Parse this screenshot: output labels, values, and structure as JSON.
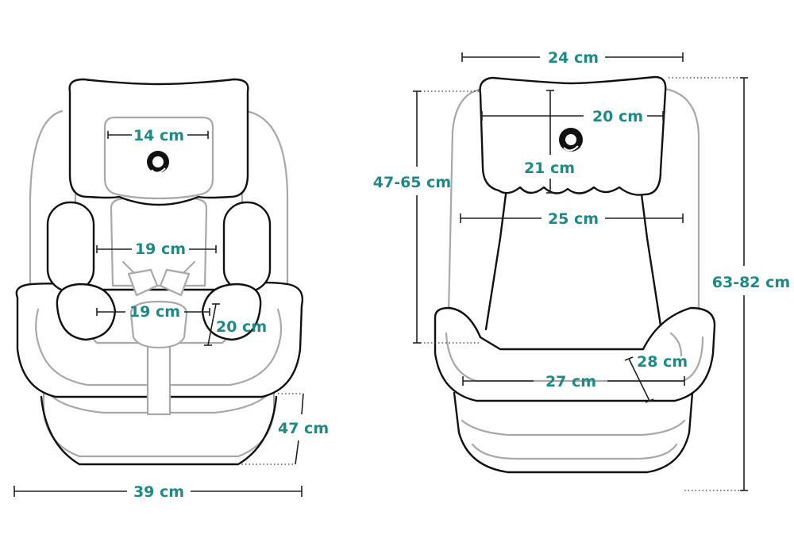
{
  "front_view": {
    "headrest_width": "14 cm",
    "back_width": "19 cm",
    "seat_width": "19 cm",
    "seat_depth": "20 cm",
    "base_height": "47 cm",
    "total_width": "39 cm"
  },
  "back_view": {
    "top_width": "24 cm",
    "headrest_width": "20 cm",
    "headrest_height": "21 cm",
    "shoulder_width": "25 cm",
    "backrest_height": "47-65 cm",
    "total_height": "63-82 cm",
    "seat_width": "27 cm",
    "seat_depth": "28 cm"
  },
  "colors": {
    "dimension_text": "#1f8a85",
    "outline_dark": "#111111",
    "outline_light": "#a8a8a8"
  }
}
